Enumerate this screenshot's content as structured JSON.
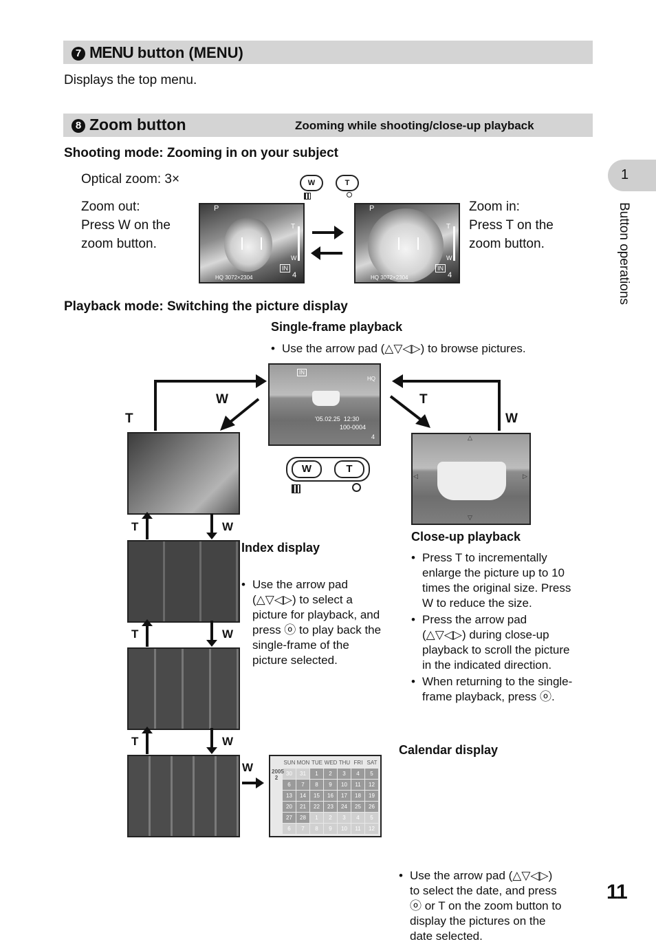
{
  "section7": {
    "num": "7",
    "title_bold": "MENU",
    "title_rest": " button (MENU)",
    "desc": "Displays the top menu."
  },
  "section8": {
    "num": "8",
    "title": "Zoom button",
    "subtitle": "Zooming while shooting/close-up playback"
  },
  "shooting": {
    "heading": "Shooting mode: Zooming in on your subject",
    "optical": "Optical zoom: 3×",
    "zoom_out": [
      "Zoom out:",
      "Press W on the",
      "zoom button."
    ],
    "zoom_in": [
      "Zoom in:",
      "Press T on the",
      "zoom button."
    ],
    "w_label": "W",
    "t_label": "T",
    "lcd_mode": "P",
    "lcd_in": "IN",
    "lcd_count": "4",
    "lcd_t": "T",
    "lcd_w": "W",
    "lcd_info": "HQ 3072×2304"
  },
  "playback": {
    "heading": "Playback mode: Switching the picture display",
    "single_title": "Single-frame playback",
    "single_text": "Use the arrow pad (△▽◁▷) to browse pictures.",
    "single_lcd": {
      "in": "IN",
      "hq": "HQ",
      "date": "'05.02.25  12:30",
      "file": "100-0004",
      "num": "4"
    },
    "index_title": "Index display",
    "index_text": [
      "Use the arrow pad",
      "(△▽◁▷) to select a",
      "picture for playback, and",
      "press ⓞ to play back the",
      "single-frame of the",
      "picture selected."
    ],
    "closeup_title": "Close-up playback",
    "closeup_bullets": [
      [
        "Press T to incrementally",
        "enlarge the picture up to 10",
        "times the original size. Press",
        "W to reduce the size."
      ],
      [
        "Press the arrow pad",
        "(△▽◁▷) during close-up",
        "playback to scroll the picture",
        "in the indicated direction."
      ],
      [
        "When returning to the single-",
        "frame playback, press ⓞ."
      ]
    ],
    "calendar_title": "Calendar display",
    "calendar_text": [
      "Use the arrow pad (△▽◁▷)",
      "to select the date, and press",
      "ⓞ or T on the zoom button to",
      "display the pictures on the",
      "date selected."
    ],
    "calendar": {
      "days": [
        "SUN",
        "MON",
        "TUE",
        "WED",
        "THU",
        "FRI",
        "SAT"
      ],
      "year": "2005",
      "month": "2",
      "dates": [
        "30",
        "31",
        "1",
        "2",
        "3",
        "4",
        "5",
        "6",
        "7",
        "8",
        "9",
        "10",
        "11",
        "12",
        "13",
        "14",
        "15",
        "16",
        "17",
        "18",
        "19",
        "20",
        "21",
        "22",
        "23",
        "24",
        "25",
        "26",
        "27",
        "28",
        "1",
        "2",
        "3",
        "4",
        "5",
        "6",
        "7",
        "8",
        "9",
        "10",
        "11",
        "12"
      ]
    },
    "arrow_labels": {
      "T": "T",
      "W": "W"
    }
  },
  "side_tab": {
    "num": "1",
    "label": "Button operations"
  },
  "page_number": "11"
}
